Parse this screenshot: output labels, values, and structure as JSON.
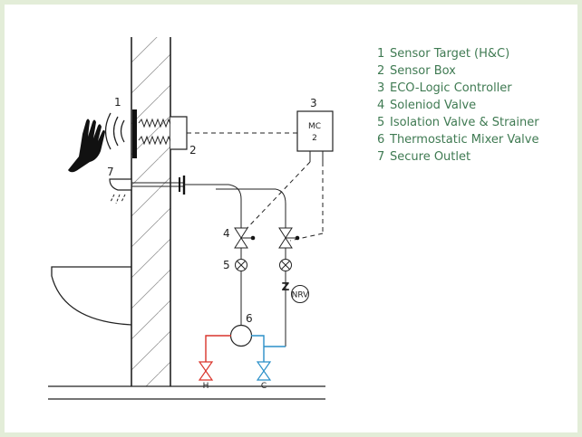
{
  "diagram": {
    "callouts": [
      "1",
      "2",
      "3",
      "4",
      "5",
      "6",
      "7"
    ],
    "controller_label": [
      "MC",
      "2"
    ],
    "nrv_label": "NRV",
    "z_label": "Z",
    "hot_label": "H",
    "cold_label": "C",
    "colors": {
      "frame": "#e3edd8",
      "line": "#222222",
      "hot": "#d9342b",
      "cold": "#2a8fc8",
      "legend_text": "#3f7a52"
    }
  },
  "legend": [
    {
      "num": "1",
      "text": "Sensor Target (H&C)"
    },
    {
      "num": "2",
      "text": "Sensor Box"
    },
    {
      "num": "3",
      "text": "ECO-Logic Controller"
    },
    {
      "num": "4",
      "text": "Soleniod Valve"
    },
    {
      "num": "5",
      "text": "Isolation Valve & Strainer"
    },
    {
      "num": "6",
      "text": "Thermostatic Mixer Valve"
    },
    {
      "num": "7",
      "text": "Secure Outlet"
    }
  ]
}
